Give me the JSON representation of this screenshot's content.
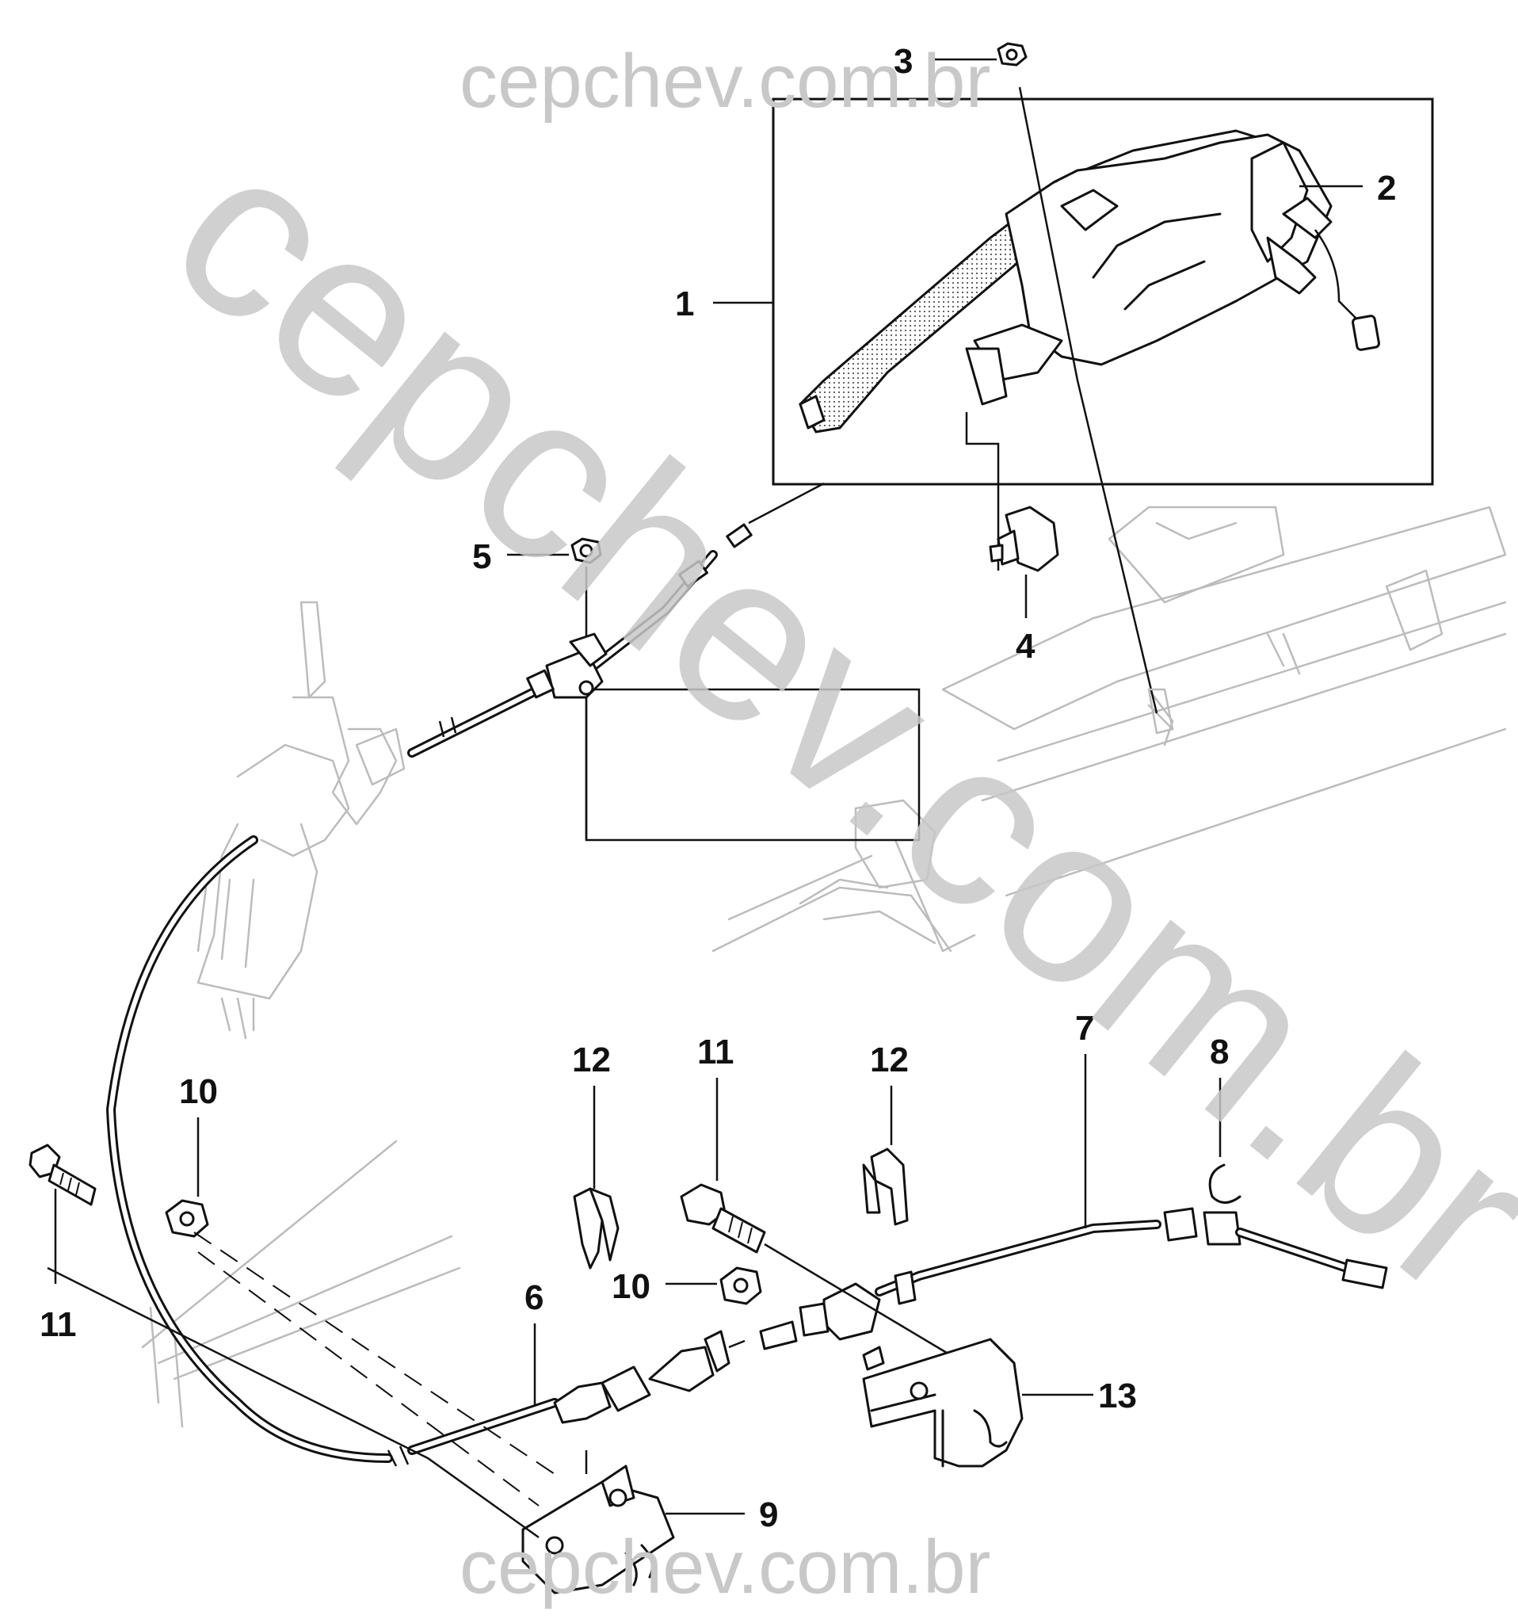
{
  "watermark": {
    "top": "cepchev.com.br",
    "bottom": "cepchev.com.br",
    "diagonal": "cepchev.com.br"
  },
  "callouts": [
    {
      "id": "c1",
      "text": "1"
    },
    {
      "id": "c2",
      "text": "2"
    },
    {
      "id": "c3",
      "text": "3"
    },
    {
      "id": "c4",
      "text": "4"
    },
    {
      "id": "c5",
      "text": "5"
    },
    {
      "id": "c6",
      "text": "6"
    },
    {
      "id": "c7",
      "text": "7"
    },
    {
      "id": "c8",
      "text": "8"
    },
    {
      "id": "c9",
      "text": "9"
    },
    {
      "id": "c10a",
      "text": "10"
    },
    {
      "id": "c10b",
      "text": "10"
    },
    {
      "id": "c11a",
      "text": "11"
    },
    {
      "id": "c11b",
      "text": "11"
    },
    {
      "id": "c12a",
      "text": "12"
    },
    {
      "id": "c12b",
      "text": "12"
    },
    {
      "id": "c13",
      "text": "13"
    }
  ]
}
